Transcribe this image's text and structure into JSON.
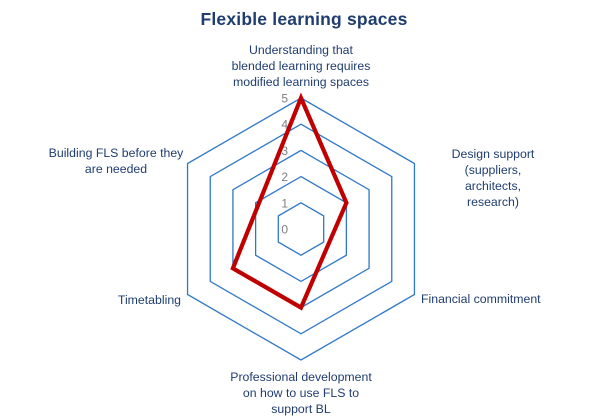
{
  "title": "Flexible learning spaces",
  "colors": {
    "series": "#C00000",
    "grid": "#2E79C7",
    "label": "#1F3D6E",
    "tick": "#7F7F7F"
  },
  "chart_data": {
    "type": "radar",
    "title": "Flexible learning spaces",
    "categories": [
      "Understanding that\nblended learning requires\nmodified learning spaces",
      "Design support (suppliers,\narchitects, research)",
      "Financial commitment",
      "Professional development\non how to use FLS to\nsupport BL",
      "Timetabling",
      "Building FLS before they\nare needed"
    ],
    "series": [
      {
        "values": [
          5,
          2,
          null,
          3,
          3,
          null
        ]
      }
    ],
    "axis_range": [
      0,
      5
    ],
    "ticks": [
      0,
      1,
      2,
      3,
      4,
      5
    ],
    "grid_shape": "hexagon",
    "grid": true,
    "legend": "none",
    "blanks_connected": true
  }
}
